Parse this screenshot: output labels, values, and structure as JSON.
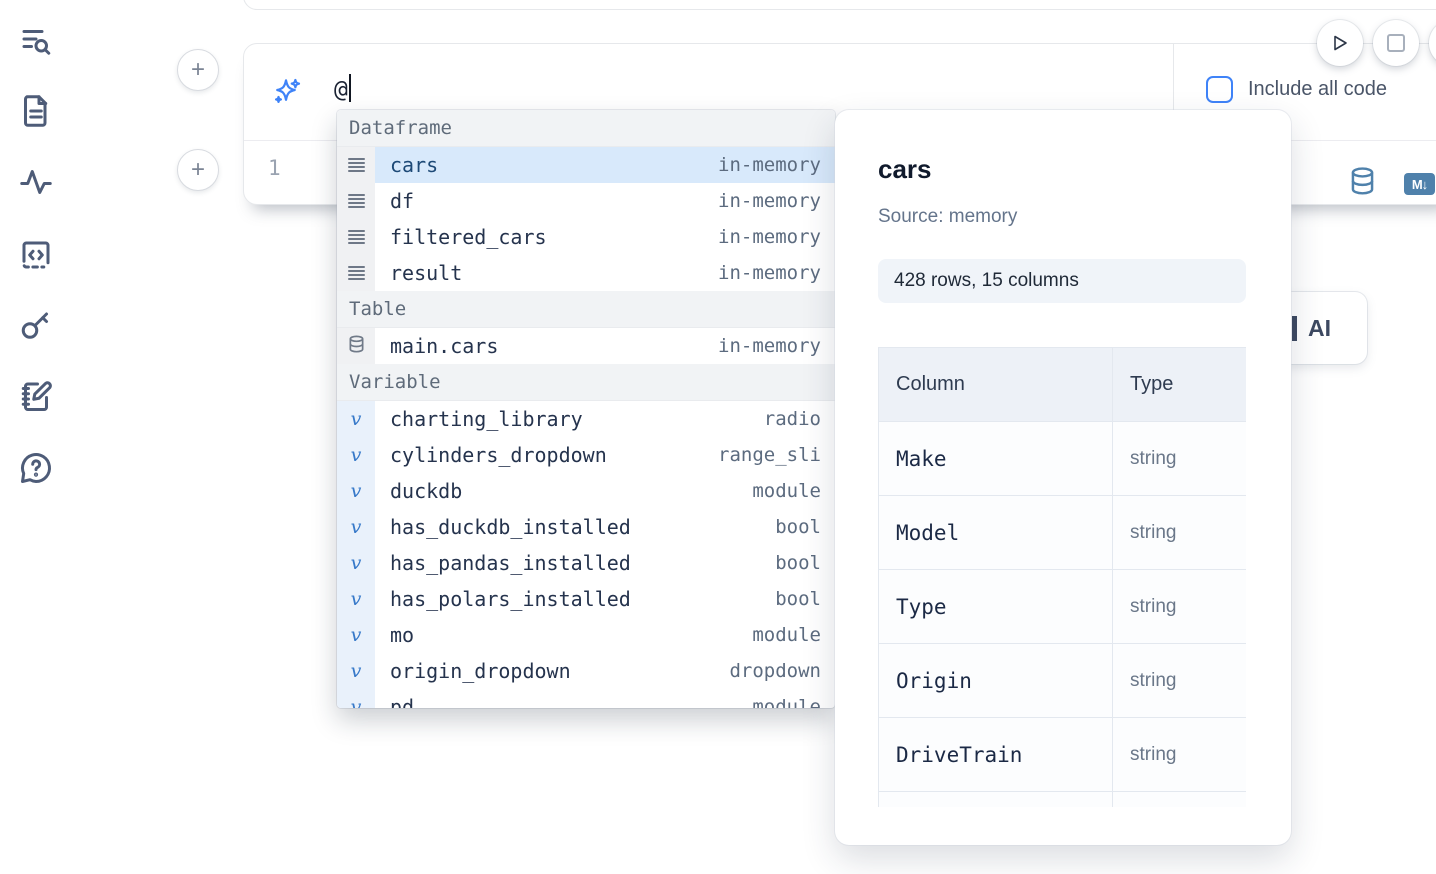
{
  "colors": {
    "accent_blue": "#3f83f8",
    "steel_blue": "#4f81ab",
    "selection_bg": "#d8e9fb",
    "sidebar_icon": "#4e5c78"
  },
  "icons": {
    "plus": "+",
    "variable_glyph": "v",
    "markdown_badge": "M↓",
    "question": "?",
    "code_glyph": "<>"
  },
  "sidebar": {
    "items": [
      {
        "icon": "list-search-icon"
      },
      {
        "icon": "file-text-icon"
      },
      {
        "icon": "activity-icon"
      },
      {
        "icon": "snippets-code-icon"
      },
      {
        "icon": "key-icon"
      },
      {
        "icon": "notebook-pen-icon"
      },
      {
        "icon": "help-chat-icon"
      }
    ]
  },
  "ai_prompt": {
    "value": "@",
    "include_all_code_label": "Include all code"
  },
  "code_cell": {
    "line_number": "1"
  },
  "autocomplete": {
    "sections": [
      {
        "label": "Dataframe",
        "rows": [
          {
            "icon": "rows-icon",
            "name": "cars",
            "type": "in-memory",
            "selected": true
          },
          {
            "icon": "rows-icon",
            "name": "df",
            "type": "in-memory",
            "selected": false
          },
          {
            "icon": "rows-icon",
            "name": "filtered_cars",
            "type": "in-memory",
            "selected": false
          },
          {
            "icon": "rows-icon",
            "name": "result",
            "type": "in-memory",
            "selected": false
          }
        ]
      },
      {
        "label": "Table",
        "rows": [
          {
            "icon": "database-icon",
            "name": "main.cars",
            "type": "in-memory",
            "selected": false
          }
        ]
      },
      {
        "label": "Variable",
        "rows": [
          {
            "icon": "variable-icon",
            "name": "charting_library",
            "type": "radio",
            "selected": false
          },
          {
            "icon": "variable-icon",
            "name": "cylinders_dropdown",
            "type": "range_sli",
            "selected": false
          },
          {
            "icon": "variable-icon",
            "name": "duckdb",
            "type": "module",
            "selected": false
          },
          {
            "icon": "variable-icon",
            "name": "has_duckdb_installed",
            "type": "bool",
            "selected": false
          },
          {
            "icon": "variable-icon",
            "name": "has_pandas_installed",
            "type": "bool",
            "selected": false
          },
          {
            "icon": "variable-icon",
            "name": "has_polars_installed",
            "type": "bool",
            "selected": false
          },
          {
            "icon": "variable-icon",
            "name": "mo",
            "type": "module",
            "selected": false
          },
          {
            "icon": "variable-icon",
            "name": "origin_dropdown",
            "type": "dropdown",
            "selected": false
          },
          {
            "icon": "variable-icon",
            "name": "pd",
            "type": "module",
            "selected": false
          }
        ]
      }
    ]
  },
  "preview_panel": {
    "title": "cars",
    "source": "Source: memory",
    "shape_badge": "428 rows, 15 columns",
    "table": {
      "headers": [
        "Column",
        "Type"
      ],
      "rows": [
        {
          "column": "Make",
          "type": "string"
        },
        {
          "column": "Model",
          "type": "string"
        },
        {
          "column": "Type",
          "type": "string"
        },
        {
          "column": "Origin",
          "type": "string"
        },
        {
          "column": "DriveTrain",
          "type": "string"
        }
      ]
    }
  },
  "ai_button": {
    "visible_label": "AI"
  }
}
